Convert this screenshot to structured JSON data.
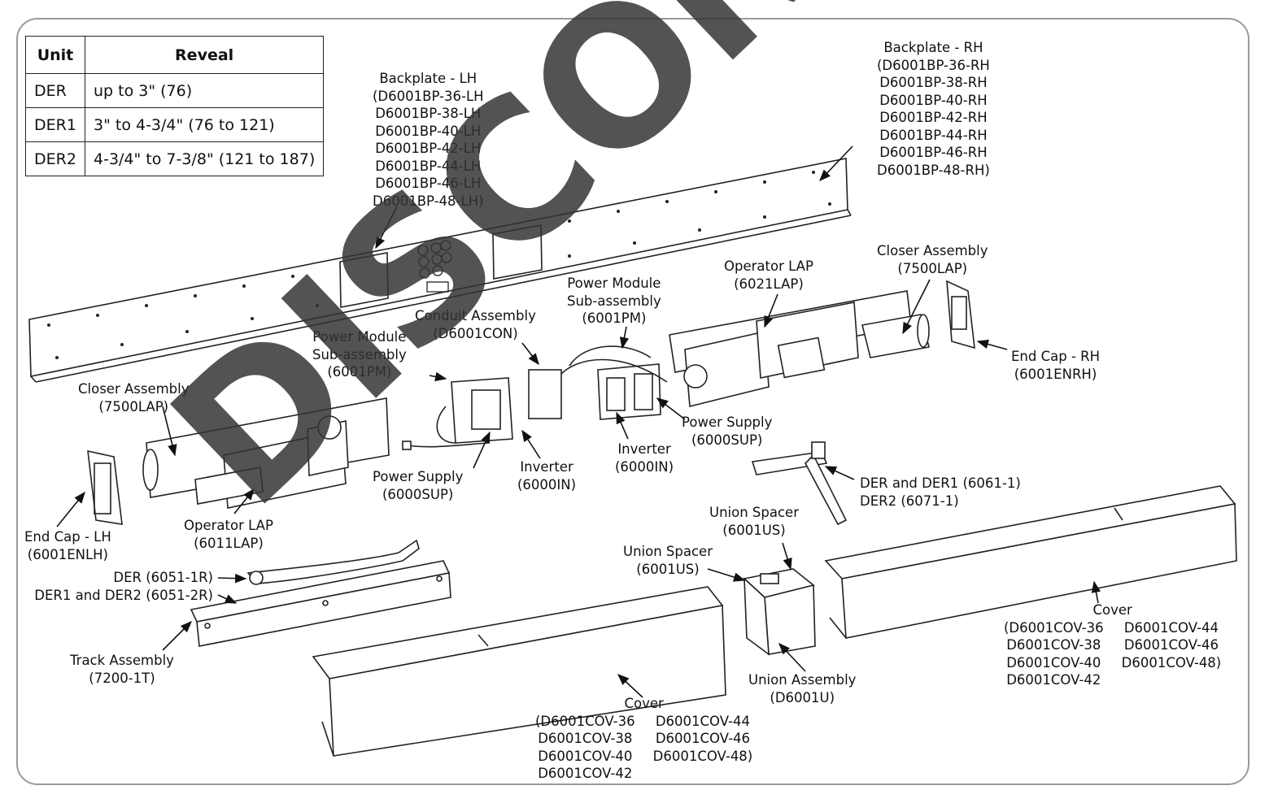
{
  "table": {
    "headers": [
      "Unit",
      "Reveal"
    ],
    "rows": [
      [
        "DER",
        "up to 3\" (76)"
      ],
      [
        "DER1",
        "3\" to 4-3/4\" (76 to 121)"
      ],
      [
        "DER2",
        "4-3/4\" to 7-3/8\" (121 to 187)"
      ]
    ]
  },
  "labels": {
    "backplate_lh": [
      "Backplate - LH",
      "(D6001BP-36-LH",
      "D6001BP-38-LH",
      "D6001BP-40-LH",
      "D6001BP-42-LH",
      "D6001BP-44-LH",
      "D6001BP-46-LH",
      "D6001BP-48-LH)"
    ],
    "backplate_rh": [
      "Backplate - RH",
      "(D6001BP-36-RH",
      "D6001BP-38-RH",
      "D6001BP-40-RH",
      "D6001BP-42-RH",
      "D6001BP-44-RH",
      "D6001BP-46-RH",
      "D6001BP-48-RH)"
    ],
    "closer_assembly_right": [
      "Closer Assembly",
      "(7500LAP)"
    ],
    "operator_lap_right": [
      "Operator LAP",
      "(6021LAP)"
    ],
    "power_module_right": [
      "Power Module",
      "Sub-assembly",
      "(6001PM)"
    ],
    "conduit_assembly": [
      "Conduit Assembly",
      "(D6001CON)"
    ],
    "power_module_left": [
      "Power Module",
      "Sub-assembly",
      "(6001PM)"
    ],
    "end_cap_rh": [
      "End Cap - RH",
      "(6001ENRH)"
    ],
    "closer_assembly_left": [
      "Closer Assembly",
      "(7500LAP)"
    ],
    "power_supply_right": [
      "Power Supply",
      "(6000SUP)"
    ],
    "inverter_right": [
      "Inverter",
      "(6000IN)"
    ],
    "power_supply_left": [
      "Power Supply",
      "(6000SUP)"
    ],
    "inverter_left": [
      "Inverter",
      "(6000IN)"
    ],
    "arm_right": [
      "DER and DER1 (6061-1)",
      "DER2 (6071-1)"
    ],
    "operator_lap_left": [
      "Operator LAP",
      "(6011LAP)"
    ],
    "end_cap_lh": [
      "End Cap - LH",
      "(6001ENLH)"
    ],
    "union_spacer_upper": [
      "Union Spacer",
      "(6001US)"
    ],
    "union_spacer_lower": [
      "Union Spacer",
      "(6001US)"
    ],
    "arm_left": [
      "DER (6051-1R)",
      "DER1 and DER2 (6051-2R)"
    ],
    "track_assembly": [
      "Track Assembly",
      "(7200-1T)"
    ],
    "union_assembly": [
      "Union Assembly",
      "(D6001U)"
    ],
    "cover_right": {
      "title": "Cover",
      "col1": [
        "(D6001COV-36",
        "D6001COV-38",
        "D6001COV-40",
        "D6001COV-42"
      ],
      "col2": [
        "D6001COV-44",
        "D6001COV-46",
        "D6001COV-48)"
      ]
    },
    "cover_left": {
      "title": "Cover",
      "col1": [
        "(D6001COV-36",
        "D6001COV-38",
        "D6001COV-40",
        "D6001COV-42"
      ],
      "col2": [
        "D6001COV-44",
        "D6001COV-46",
        "D6001COV-48)"
      ]
    }
  },
  "watermark": "DISCONTINUED"
}
